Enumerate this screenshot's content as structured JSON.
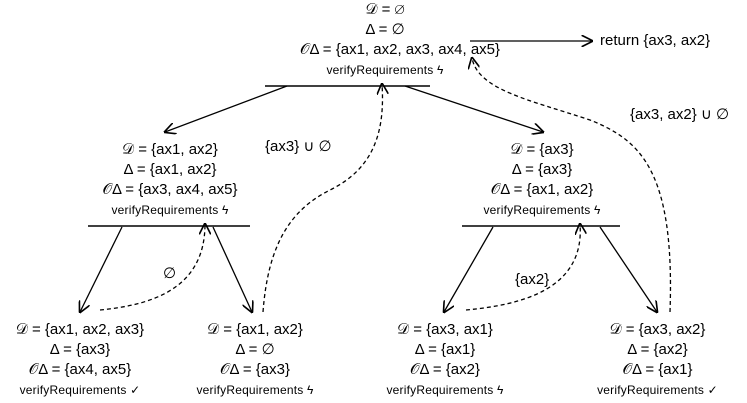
{
  "nodes": {
    "root": {
      "d": "𝒟 = ∅",
      "delta": "Δ = ∅",
      "o": "𝒪Δ = {ax1, ax2, ax3, ax4, ax5}",
      "verify": "verifyRequirements",
      "result_icon": "lightning-icon"
    },
    "left": {
      "d": "𝒟 = {ax1, ax2}",
      "delta": "Δ = {ax1, ax2}",
      "o": "𝒪Δ = {ax3, ax4, ax5}",
      "verify": "verifyRequirements",
      "result_icon": "lightning-icon"
    },
    "right": {
      "d": "𝒟 = {ax3}",
      "delta": "Δ = {ax3}",
      "o": "𝒪Δ = {ax1, ax2}",
      "verify": "verifyRequirements",
      "result_icon": "lightning-icon"
    },
    "ll": {
      "d": "𝒟 = {ax1, ax2, ax3}",
      "delta": "Δ = {ax3}",
      "o": "𝒪Δ = {ax4, ax5}",
      "verify": "verifyRequirements",
      "result_icon": "check-icon"
    },
    "lr": {
      "d": "𝒟 = {ax1, ax2}",
      "delta": "Δ = ∅",
      "o": "𝒪Δ = {ax3}",
      "verify": "verifyRequirements",
      "result_icon": "lightning-icon"
    },
    "rl": {
      "d": "𝒟 = {ax3, ax1}",
      "delta": "Δ = {ax1}",
      "o": "𝒪Δ = {ax2}",
      "verify": "verifyRequirements",
      "result_icon": "lightning-icon"
    },
    "rr": {
      "d": "𝒟 = {ax3, ax2}",
      "delta": "Δ = {ax2}",
      "o": "𝒪Δ = {ax1}",
      "verify": "verifyRequirements",
      "result_icon": "check-icon"
    }
  },
  "labels": {
    "return": "return {ax3, ax2}",
    "left_up": "{ax3} ∪ ∅",
    "right_up": "{ax3, ax2} ∪ ∅",
    "ll_to_lr": "∅",
    "rl_to_rr": "{ax2}"
  }
}
